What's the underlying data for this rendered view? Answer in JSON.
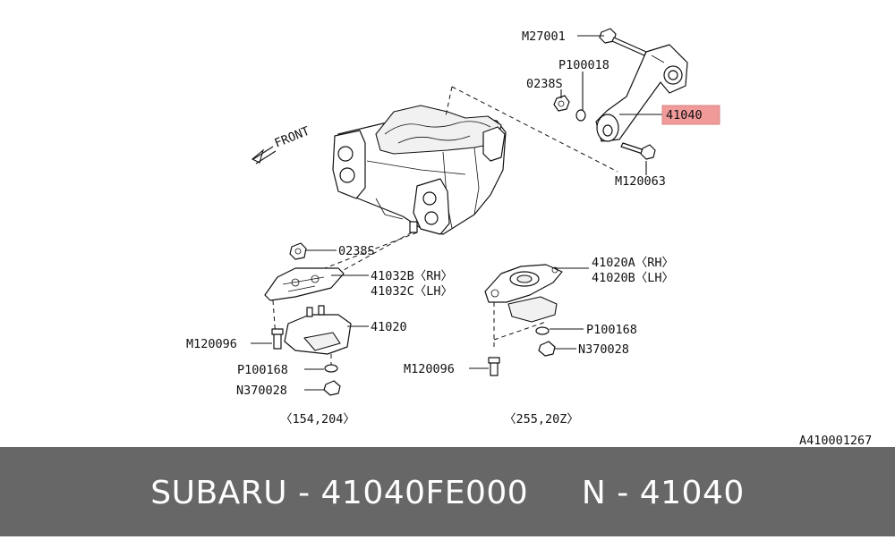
{
  "labels": {
    "m27001": "M27001",
    "p100018": "P100018",
    "n0238s_top": "0238S",
    "p41040": "41040",
    "m120063": "M120063",
    "front": "FRONT",
    "n0238s_left": "0238S",
    "p41032b": "41032B〈RH〉",
    "p41032c": "41032C〈LH〉",
    "p41020": "41020",
    "m120096_left": "M120096",
    "p100168_left": "P100168",
    "n370028_left": "N370028",
    "range_left": "〈154,204〉",
    "p41020a": "41020A〈RH〉",
    "p41020b": "41020B〈LH〉",
    "p100168_right": "P100168",
    "n370028_right": "N370028",
    "m120096_right": "M120096",
    "range_right": "〈255,20Z〉",
    "ref": "A410001267"
  },
  "footer": {
    "title": "SUBARU - 41040FE000     N - 41040"
  },
  "colors": {
    "highlight": "#f09a9a",
    "footer_bg": "#676767",
    "footer_text": "#ffffff"
  }
}
